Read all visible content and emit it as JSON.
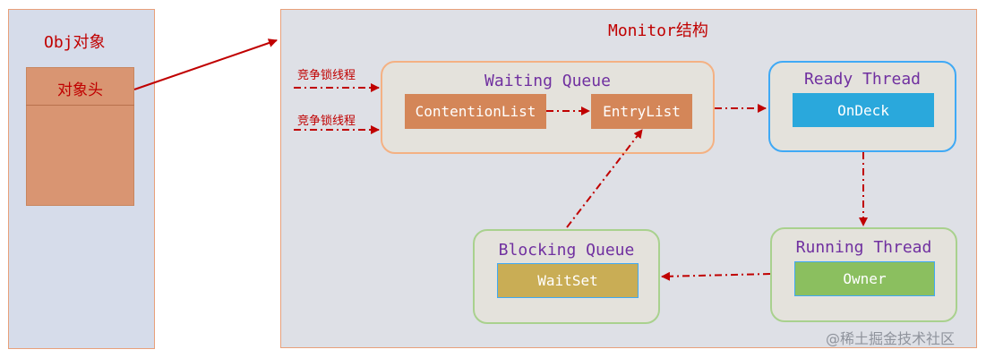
{
  "obj": {
    "title": "Obj对象",
    "header_label": "对象头"
  },
  "monitor": {
    "title": "Monitor结构",
    "competing_threads": [
      "竞争锁线程",
      "竞争锁线程"
    ],
    "waiting_queue": {
      "title": "Waiting Queue",
      "contention_list": "ContentionList",
      "entry_list": "EntryList"
    },
    "ready_thread": {
      "title": "Ready Thread",
      "on_deck": "OnDeck"
    },
    "running_thread": {
      "title": "Running Thread",
      "owner": "Owner"
    },
    "blocking_queue": {
      "title": "Blocking Queue",
      "wait_set": "WaitSet"
    }
  },
  "colors": {
    "arrow": "#c00000",
    "title_purple": "#7030a0",
    "orange_border": "#f4b183",
    "blue_border": "#3fa9f5",
    "green_border": "#a9d18e",
    "box_orange": "#d48658",
    "box_blue": "#2aa8dc",
    "box_gold": "#c9ad55",
    "box_green": "#8bbf5f"
  },
  "watermark": "@稀土掘金技术社区"
}
